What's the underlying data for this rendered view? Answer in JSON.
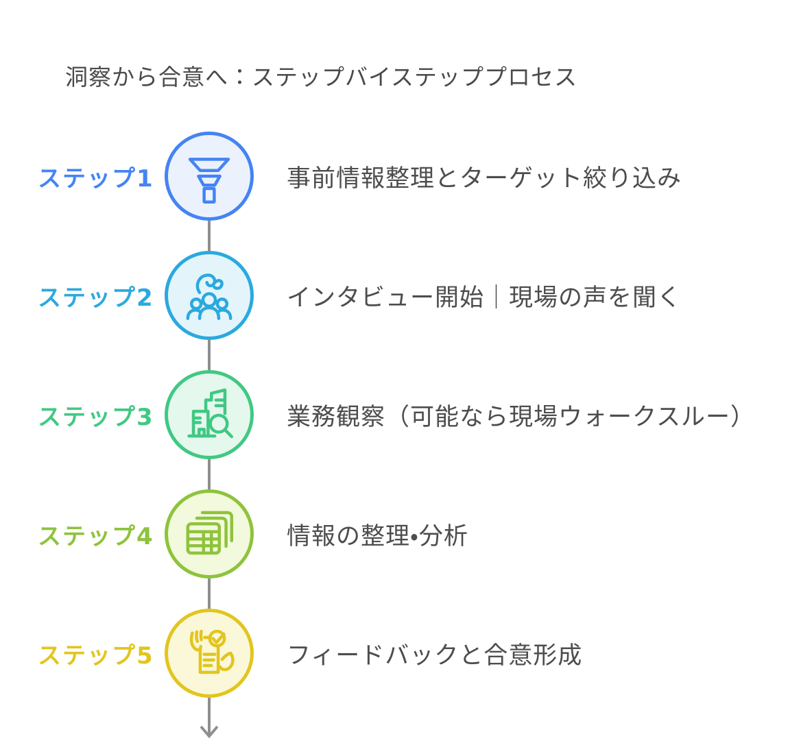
{
  "title": "洞察から合意へ：ステップバイステッププロセス",
  "connector_color": "#8f8f8f",
  "text_color": "#4d4d4d",
  "steps": [
    {
      "label": "ステップ1",
      "description": "事前情報整理とターゲット絞り込み",
      "icon": "funnel-icon",
      "color": "#4484f3",
      "fill": "#ecf2fd"
    },
    {
      "label": "ステップ2",
      "description": "インタビュー開始｜現場の声を聞く",
      "icon": "interview-group-icon",
      "color": "#2ba9de",
      "fill": "#e3f5fb"
    },
    {
      "label": "ステップ3",
      "description": "業務観察（可能なら現場ウォークスルー）",
      "icon": "site-observation-icon",
      "color": "#41c882",
      "fill": "#e5f8ee"
    },
    {
      "label": "ステップ4",
      "description": "情報の整理・分析",
      "icon": "data-tables-icon",
      "color": "#8ec33c",
      "fill": "#f2f9dc"
    },
    {
      "label": "ステップ5",
      "description": "フィードバックと合意形成",
      "icon": "feedback-document-icon",
      "color": "#e2c51f",
      "fill": "#fbf8d9"
    }
  ]
}
